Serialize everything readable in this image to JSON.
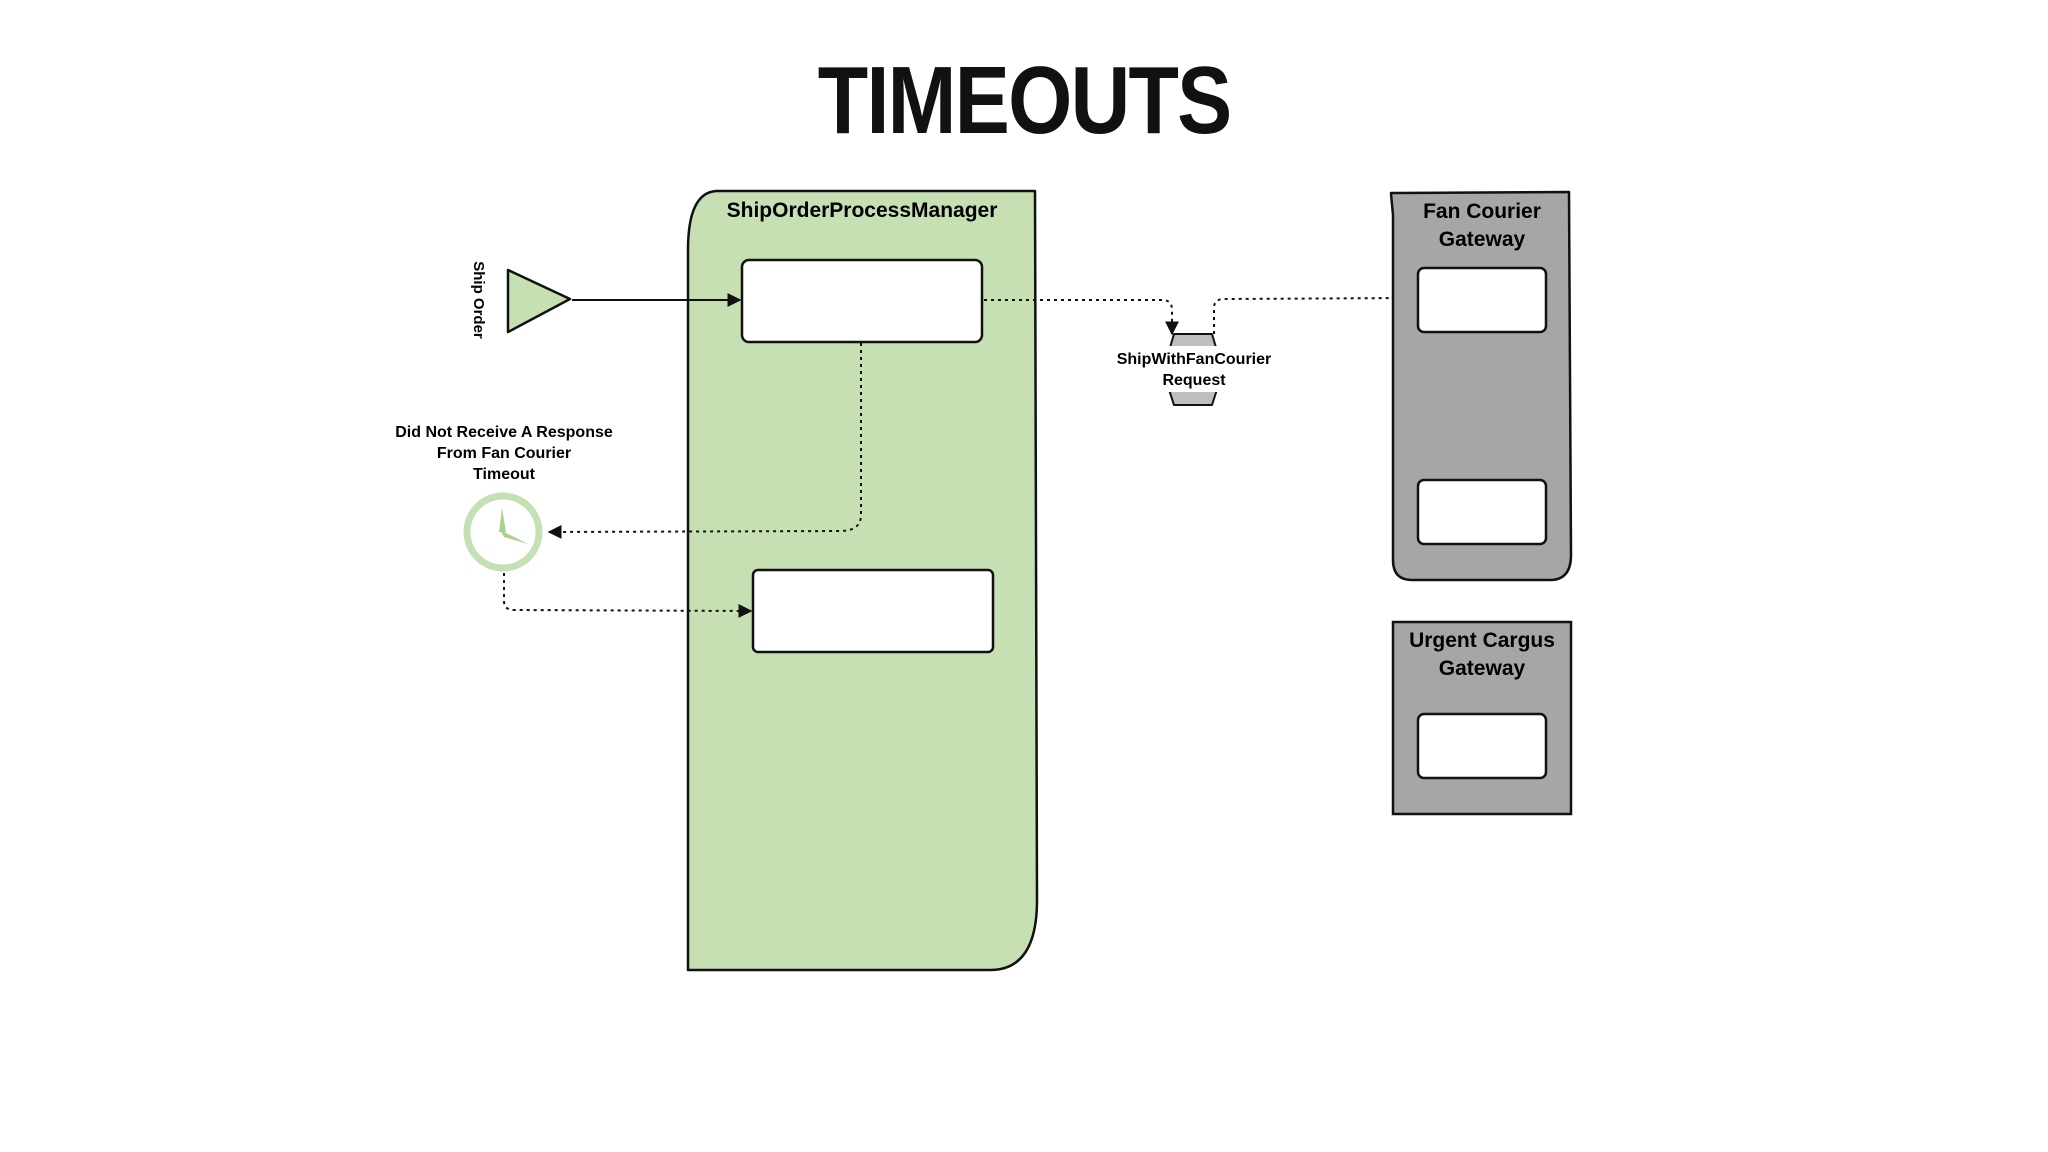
{
  "slide": {
    "title": "TIMEOUTS"
  },
  "colors": {
    "process_manager_fill": "#c6e0b4",
    "gateway_fill": "#a6a6a6",
    "message_fill": "#bfbfbf",
    "timeout_ring": "#c6e0b4",
    "timeout_hands": "#a9d18e",
    "stroke": "#111111",
    "handler_fill": "#ffffff"
  },
  "diagram": {
    "trigger": {
      "label": "Ship Order",
      "icon": "triangle-trigger-icon"
    },
    "process_manager": {
      "label": "ShipOrderProcessManager"
    },
    "message": {
      "line1": "ShipWithFanCourier",
      "line2": "Request",
      "icon": "hexagon-message-icon"
    },
    "timeout": {
      "line1": "Did Not Receive A Response",
      "line2": "From Fan Courier",
      "line3": "Timeout",
      "icon": "clock-icon"
    },
    "fan_courier_gateway": {
      "line1": "Fan Courier",
      "line2": "Gateway"
    },
    "urgent_cargus_gateway": {
      "line1": "Urgent Cargus",
      "line2": "Gateway"
    }
  }
}
